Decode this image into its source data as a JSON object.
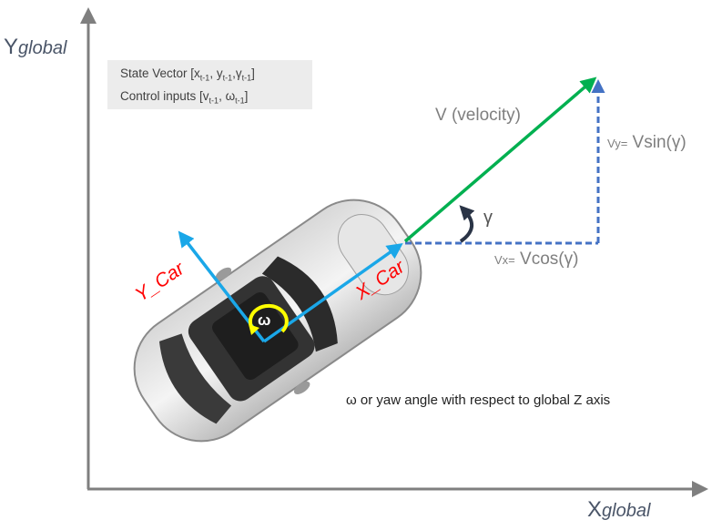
{
  "axes": {
    "y_label_main": "Y",
    "y_label_sub": "global",
    "x_label_main": "X",
    "x_label_sub": "global"
  },
  "state_box": {
    "line1_prefix": "State Vector [",
    "line1_vars": [
      "x",
      "y",
      "γ"
    ],
    "subscript": "t-1",
    "line1_suffix": "]",
    "line2_prefix": "Control inputs  [",
    "line2_vars": [
      "v",
      "ω"
    ],
    "line2_suffix": "]"
  },
  "vectors": {
    "velocity_label": "V (velocity)",
    "vy_label_sub": "Vy=",
    "vy_label": " Vsin(γ)",
    "vx_label_sub": "Vx=",
    "vx_label": " Vcos(γ)",
    "gamma_label": "γ"
  },
  "car_axes": {
    "x_car": "X_Car",
    "y_car": "Y_Car",
    "omega": "ω"
  },
  "note": "ω  or yaw angle with respect to global Z axis",
  "colors": {
    "axis": "#7f7f7f",
    "velocity": "#00b050",
    "components": "#4472c4",
    "car_axes": "#1aa7e8",
    "car_label": "#ff0000",
    "omega": "#ffff00",
    "gamma_arrow": "#2a3446"
  }
}
